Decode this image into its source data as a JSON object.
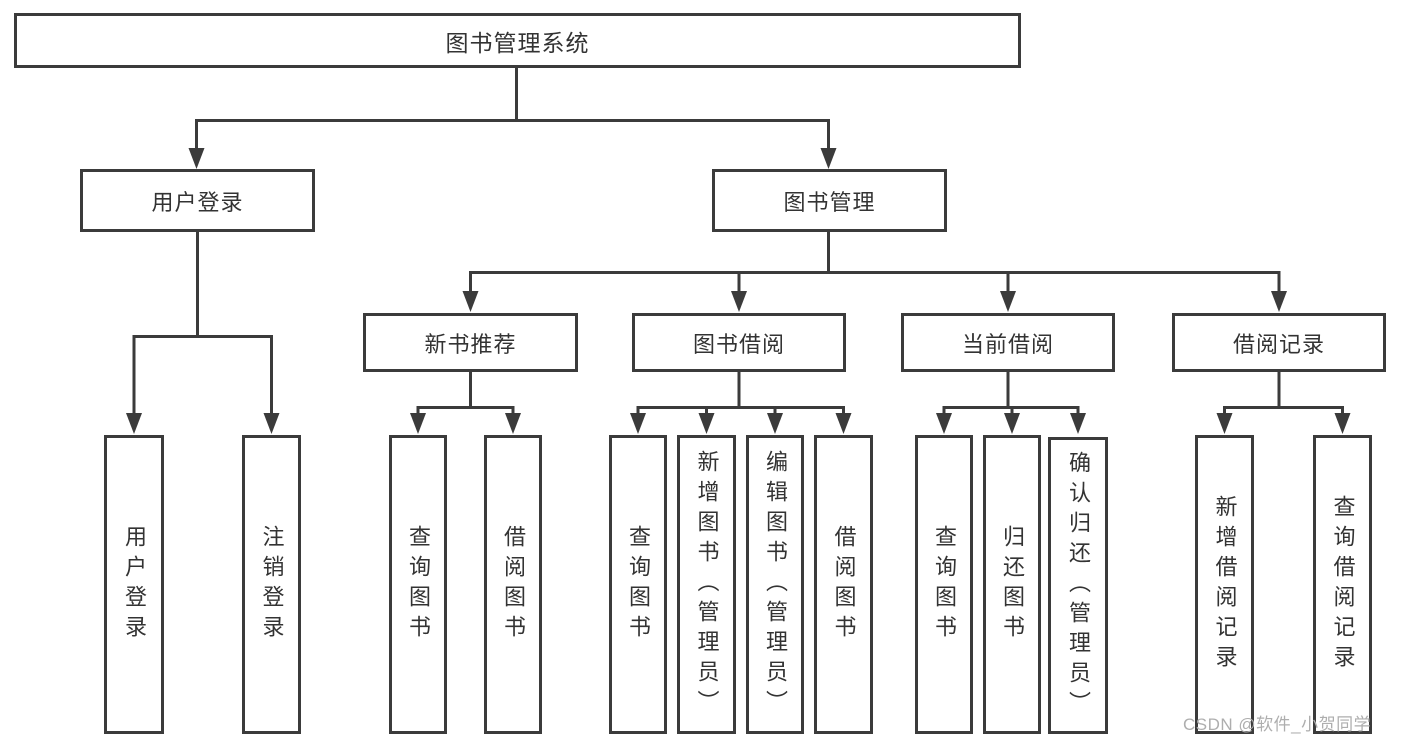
{
  "diagram": {
    "type": "hierarchy-tree",
    "nodes": {
      "root": "图书管理系统",
      "level2": [
        "用户登录",
        "图书管理"
      ],
      "level3": [
        "新书推荐",
        "图书借阅",
        "当前借阅",
        "借阅记录"
      ],
      "leaves": [
        "用户登录",
        "注销登录",
        "查询图书",
        "借阅图书",
        "查询图书",
        "新增图书（管理员）",
        "编辑图书（管理员）",
        "借阅图书",
        "查询图书",
        "归还图书",
        "确认归还（管理员）",
        "新增借阅记录",
        "查询借阅记录"
      ]
    },
    "edges": [
      {
        "from": "图书管理系统",
        "to": [
          "用户登录",
          "图书管理"
        ]
      },
      {
        "from": "用户登录",
        "to": [
          "用户登录",
          "注销登录"
        ]
      },
      {
        "from": "图书管理",
        "to": [
          "新书推荐",
          "图书借阅",
          "当前借阅",
          "借阅记录"
        ]
      },
      {
        "from": "新书推荐",
        "to": [
          "查询图书",
          "借阅图书"
        ]
      },
      {
        "from": "图书借阅",
        "to": [
          "查询图书",
          "新增图书（管理员）",
          "编辑图书（管理员）",
          "借阅图书"
        ]
      },
      {
        "from": "当前借阅",
        "to": [
          "查询图书",
          "归还图书",
          "确认归还（管理员）"
        ]
      },
      {
        "from": "借阅记录",
        "to": [
          "新增借阅记录",
          "查询借阅记录"
        ]
      }
    ]
  },
  "watermark": "CSDN @软件_小贺同学",
  "colors": {
    "line": "#3b3b3b",
    "text": "#333333",
    "background": "#ffffff",
    "watermark": "#aeaeae"
  }
}
